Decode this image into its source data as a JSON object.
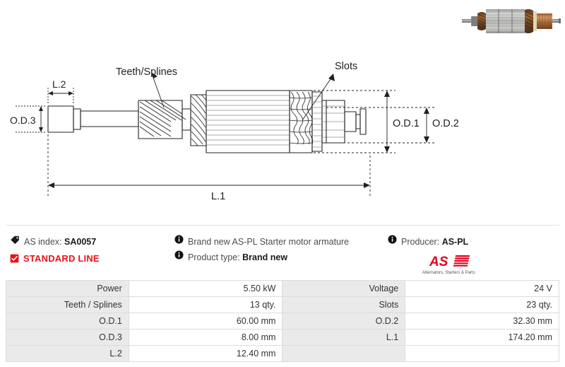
{
  "photo": {
    "alt_name": "starter-motor-armature-photo"
  },
  "drawing": {
    "labels": {
      "teeth_splines": "Teeth/Splines",
      "slots": "Slots",
      "l2": "L.2",
      "l1": "L.1",
      "od1": "O.D.1",
      "od2": "O.D.2",
      "od3": "O.D.3"
    }
  },
  "info": {
    "as_index_label": "AS index:",
    "as_index_value": "SA0057",
    "standard_line": "STANDARD LINE",
    "description": "Brand new AS-PL Starter motor armature",
    "product_type_label": "Product type:",
    "product_type_value": "Brand new",
    "producer_label": "Producer:",
    "producer_value": "AS-PL",
    "icons": {
      "tag": "tag-icon",
      "check": "checkbox-checked-icon",
      "info": "info-circle-icon"
    }
  },
  "logo": {
    "mark": "AS",
    "tagline": "Alternators, Starters & Parts",
    "color": "#e2001a"
  },
  "spec_table": {
    "rows": [
      {
        "label_left": "Power",
        "value_left": "5.50 kW",
        "label_right": "Voltage",
        "value_right": "24 V"
      },
      {
        "label_left": "Teeth / Splines",
        "value_left": "13 qty.",
        "label_right": "Slots",
        "value_right": "23 qty."
      },
      {
        "label_left": "O.D.1",
        "value_left": "60.00 mm",
        "label_right": "O.D.2",
        "value_right": "32.30 mm"
      },
      {
        "label_left": "O.D.3",
        "value_left": "8.00 mm",
        "label_right": "L.1",
        "value_right": "174.20 mm"
      },
      {
        "label_left": "L.2",
        "value_left": "12.40 mm",
        "label_right": "",
        "value_right": ""
      }
    ]
  },
  "colors": {
    "accent_red": "#e8131a",
    "table_label_bg": "#eaeaea",
    "border": "#dcdcdc"
  }
}
